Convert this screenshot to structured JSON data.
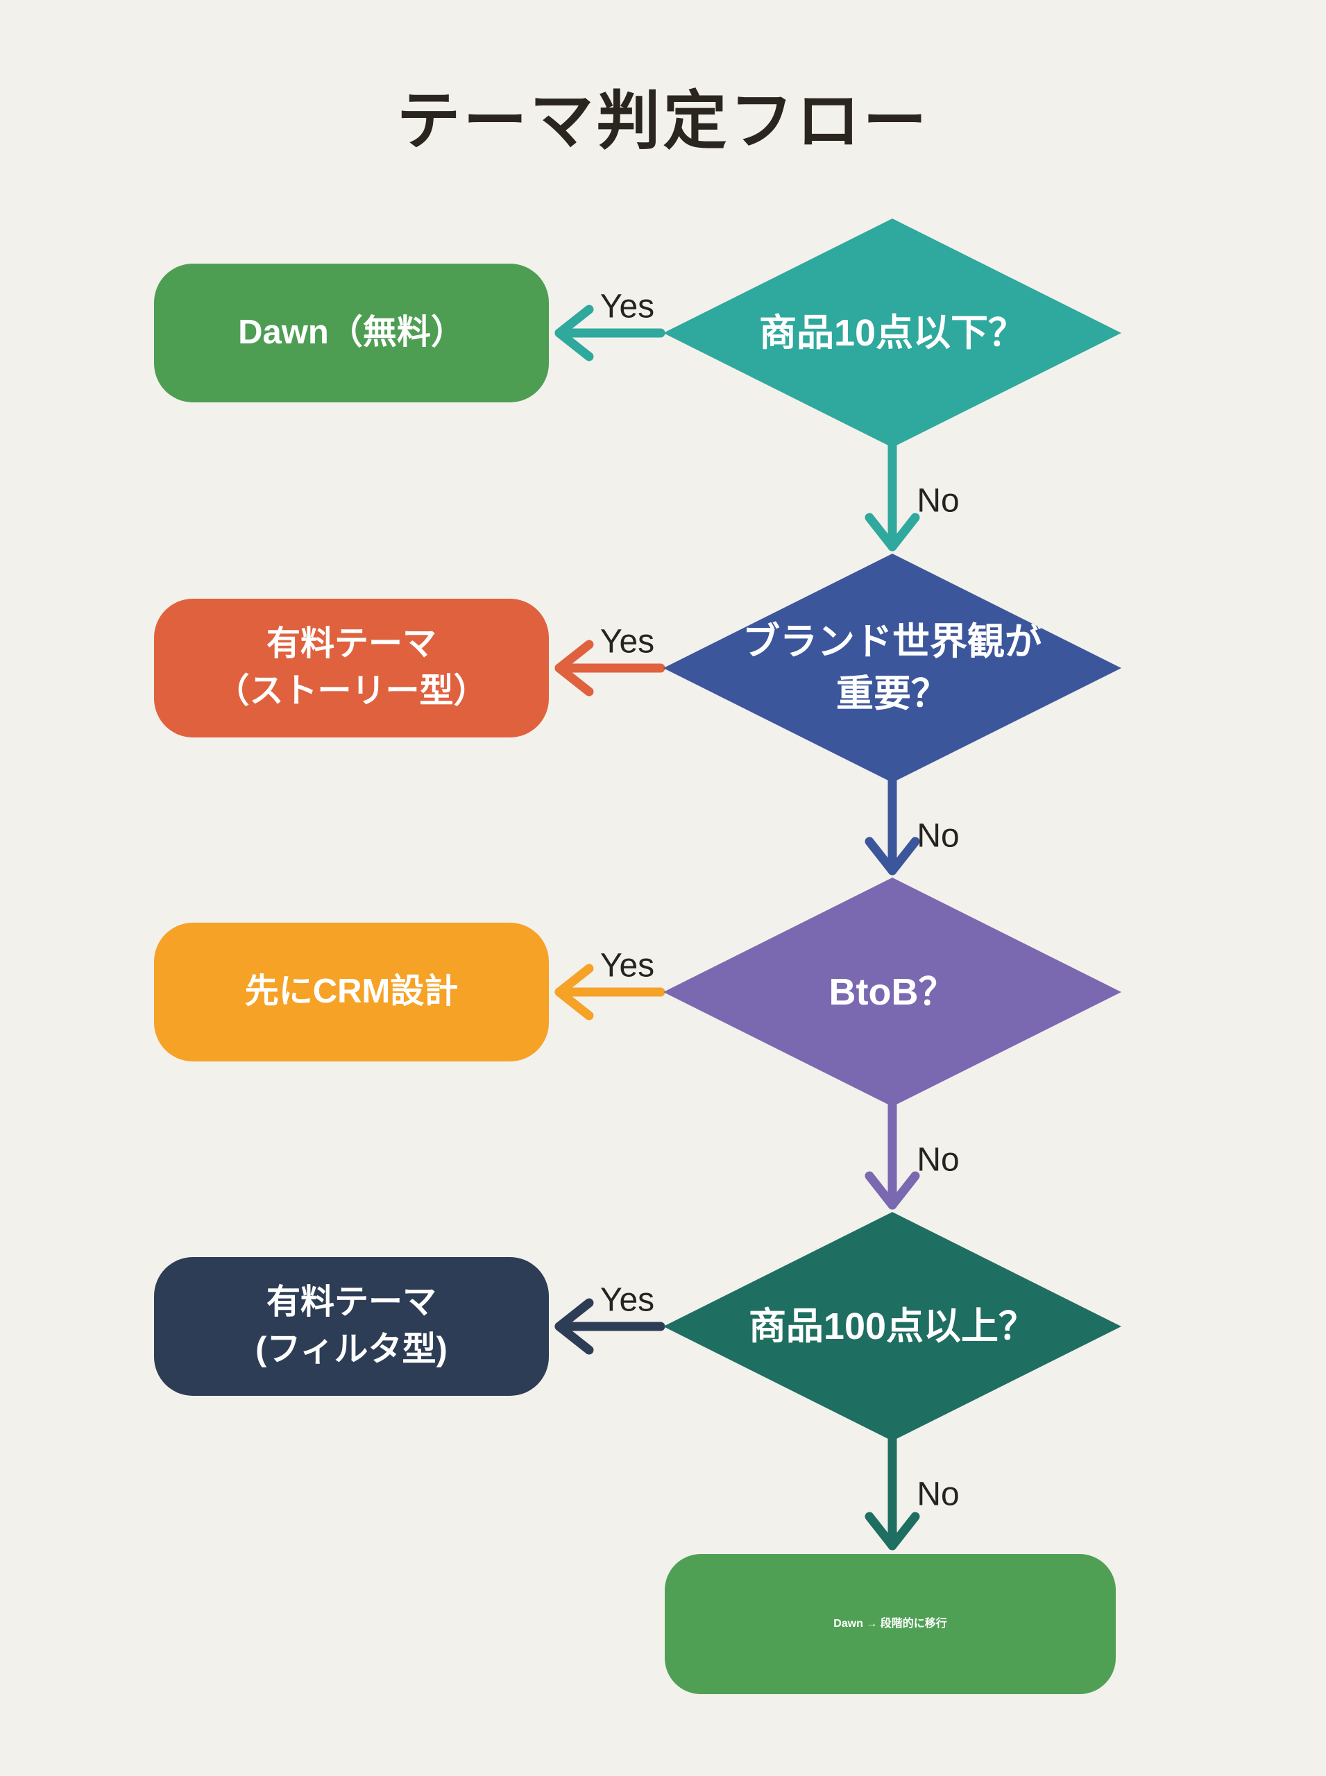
{
  "title": "テーマ判定フロー",
  "colors": {
    "background": "#f3f1ec",
    "title_text": "#2b2520",
    "label_text": "#262321",
    "node_text": "#ffffff"
  },
  "decisions": [
    {
      "id": "q-products-under-10",
      "label": "商品10点以下？",
      "color": "#2fa89d"
    },
    {
      "id": "q-brand-worldview",
      "label": "ブランド世界観が\n重要？",
      "color": "#3c569b"
    },
    {
      "id": "q-btob",
      "label": "BtoB？",
      "color": "#7a68b0"
    },
    {
      "id": "q-products-over-100",
      "label": "商品100点以上？",
      "color": "#1e6e61"
    }
  ],
  "results": [
    {
      "id": "dawn-free",
      "label": "Dawn（無料）",
      "color": "#4d9e53"
    },
    {
      "id": "paid-story",
      "label": "有料テーマ\n（ストーリー型）",
      "color": "#e0613e"
    },
    {
      "id": "crm-first",
      "label": "先にCRM設計",
      "color": "#f5a227"
    },
    {
      "id": "paid-filter",
      "label": "有料テーマ\n(フィルタ型)",
      "color": "#2d3d55"
    },
    {
      "id": "dawn-migrate",
      "label": "Dawn → 段階的に移行",
      "color": "#4fa054"
    }
  ],
  "edges": [
    {
      "id": "d1-yes",
      "label": "Yes"
    },
    {
      "id": "d1-no",
      "label": "No"
    },
    {
      "id": "d2-yes",
      "label": "Yes"
    },
    {
      "id": "d2-no",
      "label": "No"
    },
    {
      "id": "d3-yes",
      "label": "Yes"
    },
    {
      "id": "d3-no",
      "label": "No"
    },
    {
      "id": "d4-yes",
      "label": "Yes"
    },
    {
      "id": "d4-no",
      "label": "No"
    }
  ]
}
